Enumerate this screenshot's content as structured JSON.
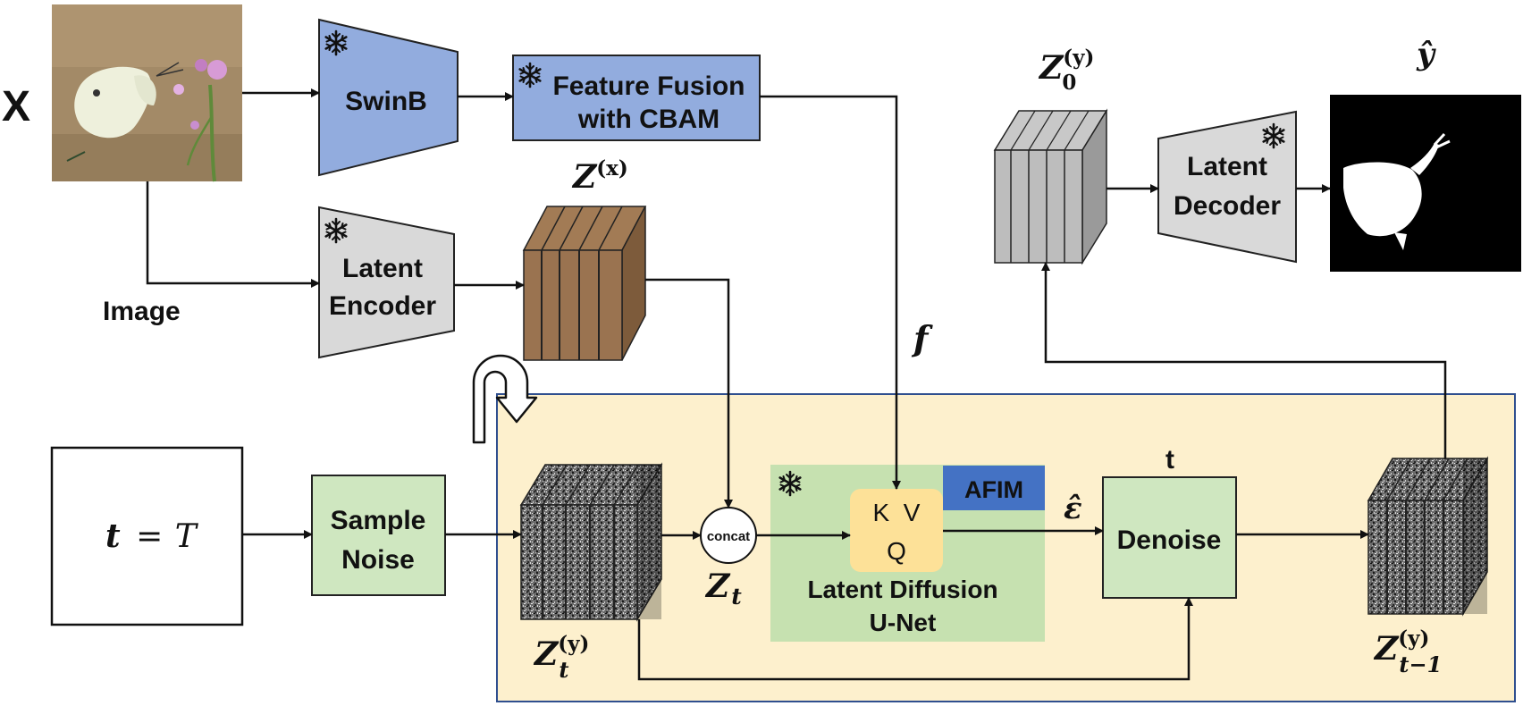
{
  "input": {
    "symbol": "X",
    "caption": "Image"
  },
  "blocks": {
    "swinb": "SwinB",
    "feature_fusion": [
      "Feature Fusion",
      "with CBAM"
    ],
    "latent_encoder": [
      "Latent",
      "Encoder"
    ],
    "latent_decoder": [
      "Latent",
      "Decoder"
    ],
    "sample_noise": [
      "Sample",
      "Noise"
    ],
    "concat": "concat",
    "unet": [
      "Latent Diffusion",
      "U-Net"
    ],
    "kv": "K  V",
    "q": "Q",
    "afim": "AFIM",
    "denoise": "Denoise",
    "denoise_t": "t"
  },
  "time_box": {
    "var": "t",
    "eq": "=",
    "value": "T"
  },
  "math": {
    "zx_base": "Z",
    "zx_sup": "(x)",
    "z0_base": "Z",
    "z0_sub": "0",
    "z0_sup": "(y)",
    "yhat": "ŷ",
    "f": "f",
    "zt_base": "Z",
    "zt_sub": "t",
    "zty_base": "Z",
    "zty_sub": "t",
    "zty_sup": "(y)",
    "ztm1_base": "Z",
    "ztm1_sub": "t−1",
    "ztm1_sup": "(y)",
    "eps": "ε̂"
  },
  "colors": {
    "blue_block": "#92acde",
    "gray_block": "#d9d9d9",
    "green_block": "#cfe7c0",
    "unet_bg": "#c6e1b0",
    "qkv": "#fde198",
    "afim": "#4472c4",
    "loop_bg": "#fdf0cd",
    "loop_border": "#2f4f8f",
    "brown_front": "#9a7350"
  },
  "icons": {
    "frozen": "snowflake-icon",
    "loop": "u-turn-arrow-icon"
  }
}
